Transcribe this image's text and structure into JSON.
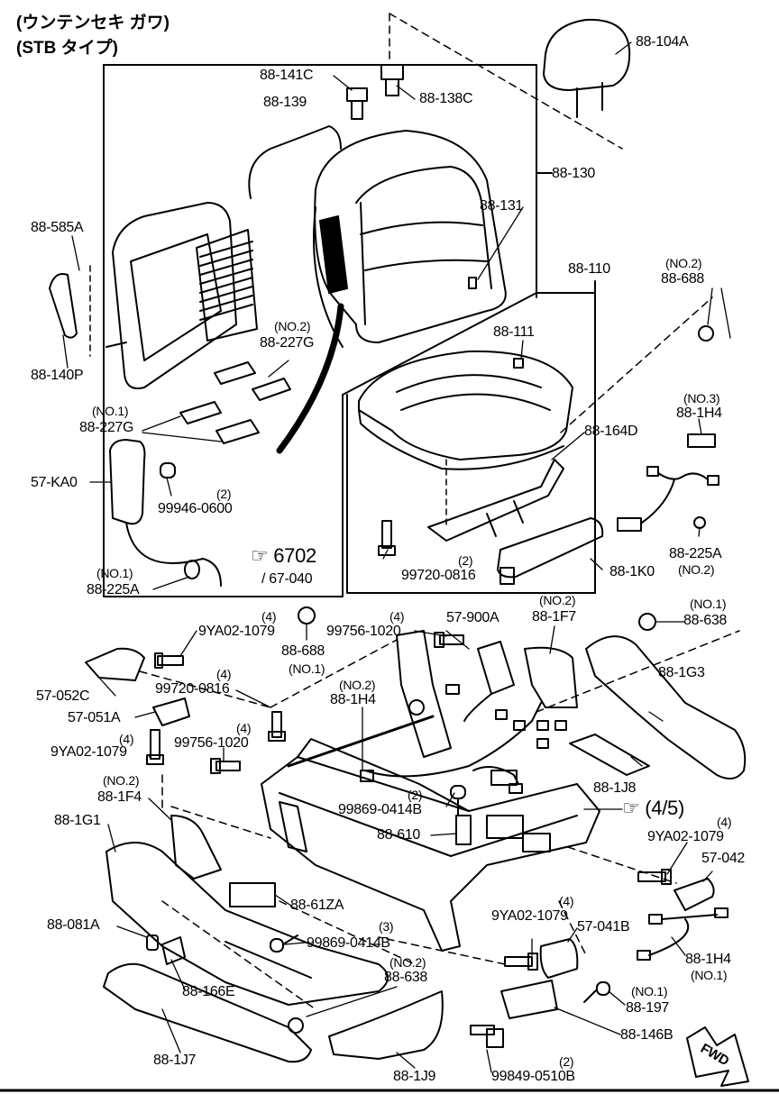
{
  "header": {
    "line1": "(ウンテンセキ ガワ)",
    "line2": "(STB タイプ)"
  },
  "labels": {
    "p88_104A": "88-104A",
    "p88_141C": "88-141C",
    "p88_138C": "88-138C",
    "p88_139": "88-139",
    "p88_130": "88-130",
    "p88_131": "88-131",
    "p88_585A": "88-585A",
    "p88_140P": "88-140P",
    "no2_227G": "(NO.2)",
    "p88_227G_a": "88-227G",
    "no1_227G": "(NO.1)",
    "p88_227G_b": "88-227G",
    "p57_KA0": "57-KA0",
    "q99946": "(2)",
    "p99946": "99946-0600",
    "no1_225A": "(NO.1)",
    "p88_225A_a": "88-225A",
    "ref6702": "☞ 6702",
    "ref67040": "/ 67-040",
    "p88_110": "88-110",
    "no2_688": "(NO.2)",
    "p88_688_a": "88-688",
    "p88_111": "88-111",
    "p88_164D": "88-164D",
    "no3_1H4": "(NO.3)",
    "p88_1H4_a": "88-1H4",
    "q99720a": "(2)",
    "p99720a": "99720-0816",
    "p88_225A_b": "88-225A",
    "no2_225A": "(NO.2)",
    "p88_1K0": "88-1K0",
    "q9YA02a": "(4)",
    "p9YA02a": "9YA02-1079",
    "q99756a": "(4)",
    "p99756a": "99756-1020",
    "p57_900A": "57-900A",
    "no2_1F7": "(NO.2)",
    "p88_1F7": "88-1F7",
    "no1_638": "(NO.1)",
    "p88_638_a": "88-638",
    "p88_688_b": "88-688",
    "no1_688": "(NO.1)",
    "p57_052C": "57-052C",
    "q99720b": "(4)",
    "p99720b": "99720-0816",
    "no2_1H4": "(NO.2)",
    "p88_1H4_b": "88-1H4",
    "p88_1G3": "88-1G3",
    "p57_051A": "57-051A",
    "q9YA02b": "(4)",
    "p9YA02b": "9YA02-1079",
    "q99756b": "(4)",
    "p99756b": "99756-1020",
    "p88_1J8": "88-1J8",
    "no2_1F4": "(NO.2)",
    "p88_1F4": "88-1F4",
    "q99869a": "(2)",
    "p99869a": "99869-0414B",
    "ref45": "☞ (4/5)",
    "p88_1G1": "88-1G1",
    "p88_610": "88-610",
    "q9YA02c": "(4)",
    "p9YA02c": "9YA02-1079",
    "p57_042": "57-042",
    "p88_61ZA": "88-61ZA",
    "p88_081A": "88-081A",
    "q99869b": "(3)",
    "p99869b": "99869-0414B",
    "q9YA02d": "(4)",
    "p9YA02d": "9YA02-1079",
    "p57_041B": "57-041B",
    "p88_1H4_c": "88-1H4",
    "no1_1H4": "(NO.1)",
    "no2_638": "(NO.2)",
    "p88_638_b": "88-638",
    "p88_166E": "88-166E",
    "no1_197": "(NO.1)",
    "p88_197": "88-197",
    "p88_146B": "88-146B",
    "p88_1J7": "88-1J7",
    "p88_1J9": "88-1J9",
    "q99849": "(2)",
    "p99849": "99849-0510B",
    "fwd": "FWD"
  }
}
